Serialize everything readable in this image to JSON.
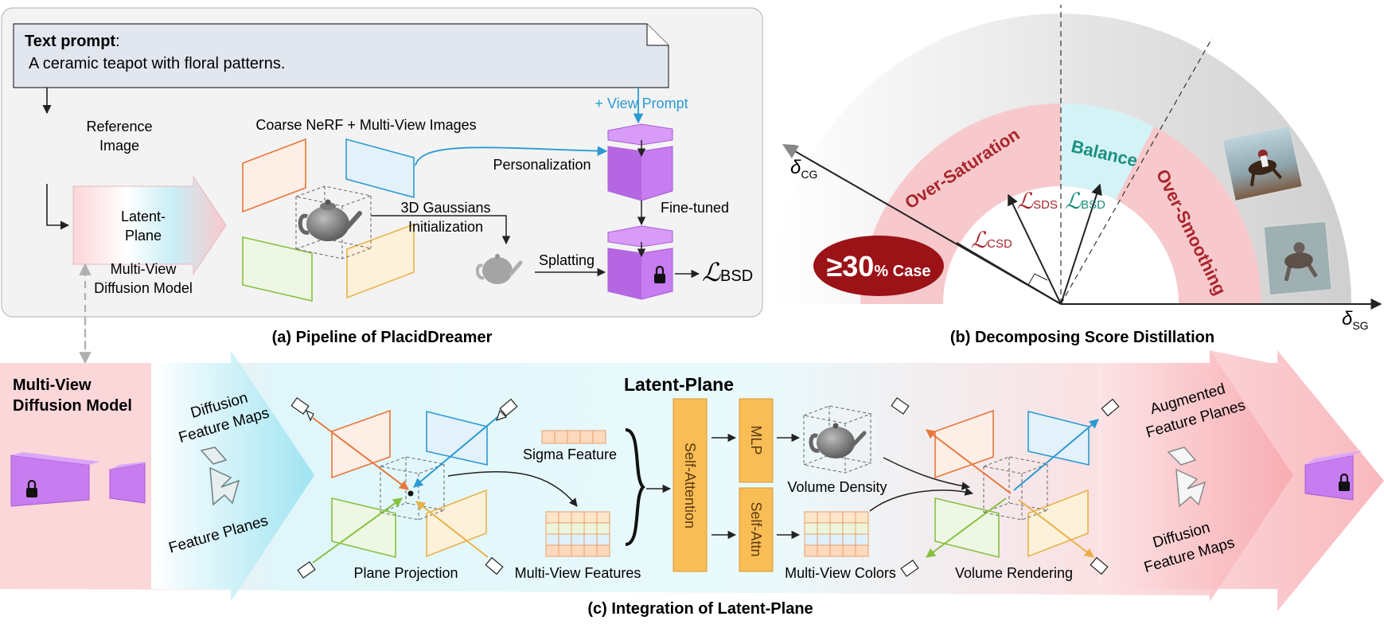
{
  "panel_a": {
    "text_prompt_label": "Text prompt",
    "text_prompt_colon": ":",
    "text_prompt": "A ceramic teapot with floral patterns.",
    "view_prompt": "+ View  Prompt",
    "reference_image_line1": "Reference",
    "reference_image_line2": "Image",
    "coarse_nerf": "Coarse NeRF + Multi-View Images",
    "personalization": "Personalization",
    "latent_plane_line1": "Latent-",
    "latent_plane_line2": "Plane",
    "mvdm_line1": "Multi-View",
    "mvdm_line2": "Diffusion Model",
    "gaussians_line1": "3D Gaussians",
    "gaussians_line2": "Initialization",
    "fine_tuned": "Fine-tuned",
    "splatting": "Splatting",
    "loss_bsd_script": "ℒ",
    "loss_bsd_sub": "BSD",
    "caption": "(a) Pipeline of PlacidDreamer"
  },
  "panel_b": {
    "over_saturation": "Over-Saturation",
    "balance": "Balance",
    "over_smoothing": "Over-Smoothing",
    "delta_cg": "δ",
    "delta_cg_sub": "CG",
    "delta_sg": "δ",
    "delta_sg_sub": "SG",
    "loss_script": "ℒ",
    "loss_sds_sub": "SDS",
    "loss_bsd_sub": "BSD",
    "loss_csd_sub": "CSD",
    "case_main": "≥30",
    "case_suffix": "% Case",
    "caption": "(b) Decomposing Score Distillation",
    "colors": {
      "red_band": "#f7c9cc",
      "balance_band": "#d4f3f7",
      "red_text": "#a8262c",
      "teal_text": "#1c8f80",
      "badge": "#9b1217"
    }
  },
  "panel_c": {
    "mvdm_line1": "Multi-View",
    "mvdm_line2": "Diffusion Model",
    "dfm_line1": "Diffusion",
    "dfm_line2": "Feature Maps",
    "feature_planes": "Feature Planes",
    "title": "Latent-Plane",
    "sigma_feature": "Sigma Feature",
    "plane_projection": "Plane Projection",
    "multi_view_features": "Multi-View Features",
    "self_attention": "Self-Attention",
    "mlp": "MLP",
    "self_attn": "Self-Attn",
    "volume_density": "Volume Density",
    "multi_view_colors": "Multi-View Colors",
    "volume_rendering": "Volume Rendering",
    "afp_line1": "Augmented",
    "afp_line2": "Feature Planes",
    "dfm2_line1": "Diffusion",
    "dfm2_line2": "Feature Maps",
    "caption": "(c) Integration of Latent-Plane",
    "colors": {
      "orange_plane": "#e8763a",
      "blue_plane": "#2b9ad3",
      "green_plane": "#86c140",
      "yellow_plane": "#eab14a",
      "module": "#f9bd55",
      "purple": "#c77cf0"
    }
  }
}
